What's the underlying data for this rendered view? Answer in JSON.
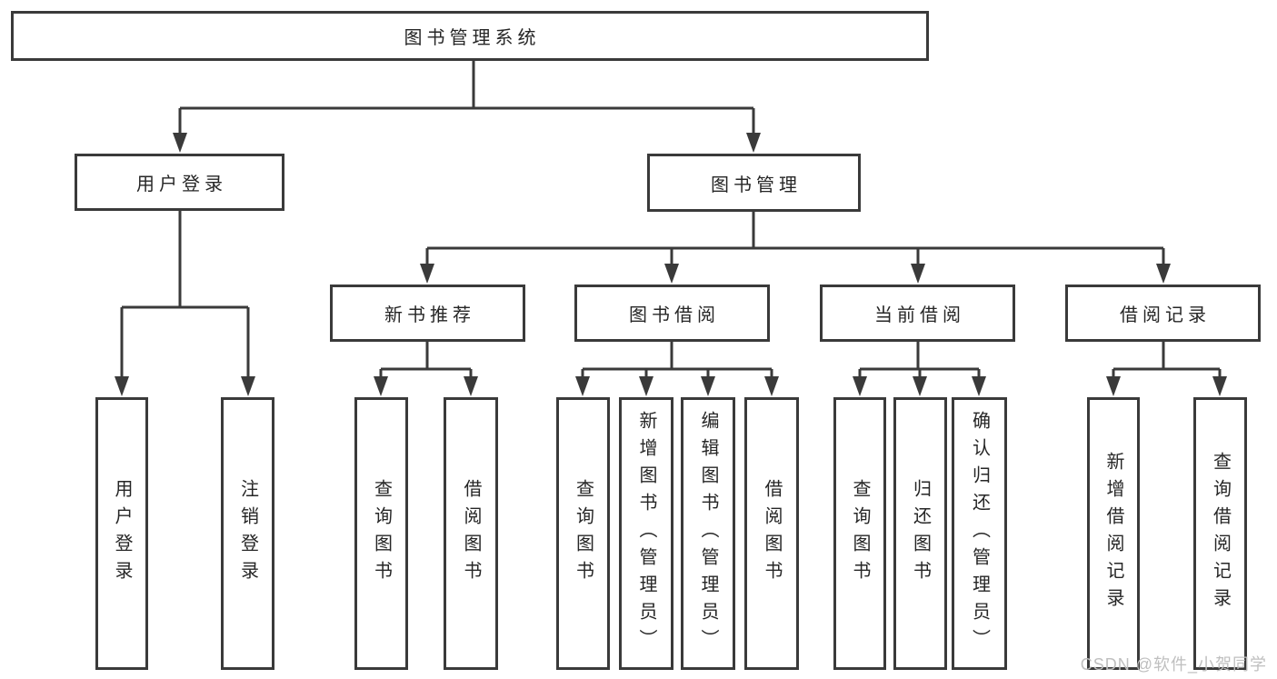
{
  "tree": {
    "root": {
      "label": "图书管理系统"
    },
    "login": {
      "label": "用户登录",
      "children": [
        {
          "label": "用户登录"
        },
        {
          "label": "注销登录"
        }
      ]
    },
    "management": {
      "label": "图书管理",
      "sections": [
        {
          "label": "新书推荐",
          "children": [
            {
              "label": "查询图书"
            },
            {
              "label": "借阅图书"
            }
          ]
        },
        {
          "label": "图书借阅",
          "children": [
            {
              "label": "查询图书"
            },
            {
              "label": "新增图书（管理员）"
            },
            {
              "label": "编辑图书（管理员）"
            },
            {
              "label": "借阅图书"
            }
          ]
        },
        {
          "label": "当前借阅",
          "children": [
            {
              "label": "查询图书"
            },
            {
              "label": "归还图书"
            },
            {
              "label": "确认归还（管理员）"
            }
          ]
        },
        {
          "label": "借阅记录",
          "children": [
            {
              "label": "新增借阅记录"
            },
            {
              "label": "查询借阅记录"
            }
          ]
        }
      ]
    }
  },
  "watermark": {
    "text": "CSDN @软件_小贺同学"
  },
  "colors": {
    "line": "#3a3a3a",
    "border": "#3a3a3a",
    "text": "#262626",
    "watermark": "#bfbfbf",
    "background": "#ffffff"
  }
}
